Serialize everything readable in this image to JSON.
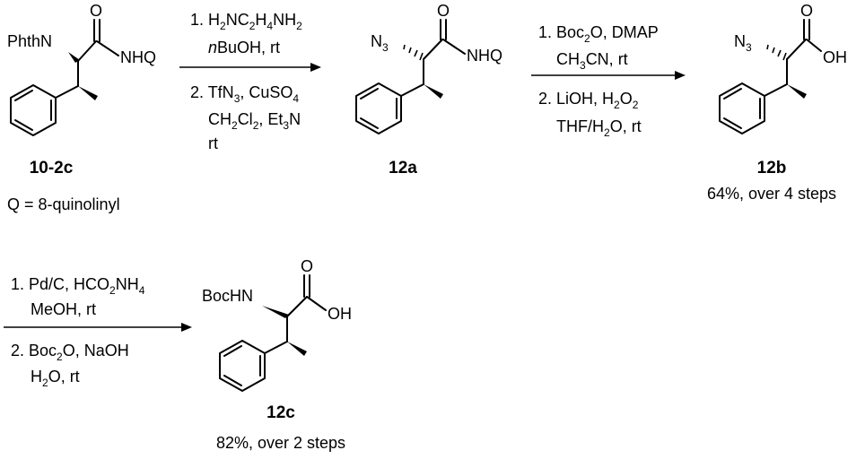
{
  "compounds": [
    {
      "id": "10-2c",
      "substituent": "PhthN",
      "amide": "NHQ",
      "carbonyl_o": "O",
      "note": "Q = 8-quinolinyl"
    },
    {
      "id": "12a",
      "substituent": "N3",
      "substituent_parts": [
        "N",
        "3"
      ],
      "amide": "NHQ",
      "carbonyl_o": "O"
    },
    {
      "id": "12b",
      "substituent": "N3",
      "substituent_parts": [
        "N",
        "3"
      ],
      "acid": "OH",
      "carbonyl_o": "O",
      "yield": "64%, over 4 steps"
    },
    {
      "id": "12c",
      "substituent": "BocHN",
      "acid": "OH",
      "carbonyl_o": "O",
      "yield": "82%, over 2 steps"
    }
  ],
  "steps": [
    {
      "from": "10-2c",
      "to": "12a",
      "conditions": [
        "1. H2NC2H4NH2",
        "nBuOH, rt",
        "2. TfN3, CuSO4",
        "CH2Cl2, Et3N",
        "rt"
      ]
    },
    {
      "from": "12a",
      "to": "12b",
      "conditions": [
        "1. Boc2O, DMAP",
        "CH3CN, rt",
        "2. LiOH, H2O2",
        "THF/H2O, rt"
      ]
    },
    {
      "from": "12b",
      "to": "12c",
      "conditions": [
        "1. Pd/C, HCO2NH4",
        "MeOH, rt",
        "2. Boc2O, NaOH",
        "H2O, rt"
      ]
    }
  ]
}
